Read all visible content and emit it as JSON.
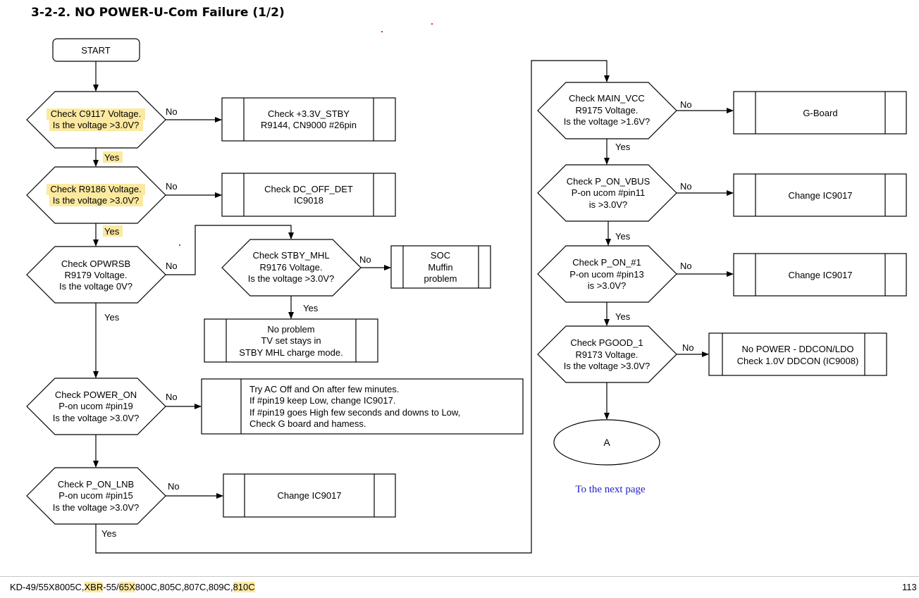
{
  "title": "3-2-2. NO POWER-U-Com Failure (1/2)",
  "nodes": {
    "start": "START",
    "d1": [
      "Check C9117 Voltage.",
      "Is the voltage >3.0V?"
    ],
    "d2": [
      "Check R9186 Voltage.",
      "Is the voltage >3.0V?"
    ],
    "d3": [
      "Check OPWRSB",
      "R9179 Voltage.",
      "Is the voltage 0V?"
    ],
    "d4": [
      "Check STBY_MHL",
      "R9176 Voltage.",
      "Is the voltage >3.0V?"
    ],
    "d5": [
      "Check POWER_ON",
      "P-on ucom #pin19",
      "Is the voltage >3.0V?"
    ],
    "d6": [
      "Check P_ON_LNB",
      "P-on ucom #pin15",
      "Is the voltage >3.0V?"
    ],
    "d7": [
      "Check MAIN_VCC",
      "R9175 Voltage.",
      "Is the voltage >1.6V?"
    ],
    "d8": [
      "Check P_ON_VBUS",
      "P-on ucom #pin11",
      "is >3.0V?"
    ],
    "d9": [
      "Check P_ON_#1",
      "P-on ucom #pin13",
      "is >3.0V?"
    ],
    "d10": [
      "Check  PGOOD_1",
      "R9173 Voltage.",
      "Is the voltage >3.0V?"
    ],
    "p1": [
      "Check  +3.3V_STBY",
      "R9144, CN9000 #26pin"
    ],
    "p2": [
      "Check DC_OFF_DET",
      "IC9018"
    ],
    "p3": [
      "SOC",
      "Muffin",
      "problem"
    ],
    "p4": [
      "No problem",
      "TV set stays  in",
      "STBY MHL charge mode."
    ],
    "p5": [
      "Try AC Off and On after few minutes.",
      "If #pin19 keep Low, change IC9017.",
      "If #pin19 goes High few seconds and downs to Low,",
      "Check G board and hamess."
    ],
    "p6": [
      "Change IC9017"
    ],
    "p7": [
      "G-Board"
    ],
    "p8": [
      "Change IC9017"
    ],
    "p9": [
      "Change IC9017"
    ],
    "p10": [
      "No POWER - DDCON/LDO",
      "Check 1.0V DDCON (IC9008)"
    ],
    "connector": "A"
  },
  "labels": {
    "yes": "Yes",
    "no": "No"
  },
  "next_page": "To the next page",
  "footer": {
    "models_parts": [
      {
        "text": "KD-49/55X8005C,",
        "highlight": false
      },
      {
        "text": "XBR",
        "highlight": true
      },
      {
        "text": "-55/",
        "highlight": false
      },
      {
        "text": "65X",
        "highlight": true
      },
      {
        "text": "800C,805C,807C,809C,",
        "highlight": false
      },
      {
        "text": "810C",
        "highlight": true
      }
    ],
    "page_number": "113"
  },
  "colors": {
    "highlight": "#fce9a0",
    "link": "#1f1fd0",
    "stroke": "#000000"
  }
}
